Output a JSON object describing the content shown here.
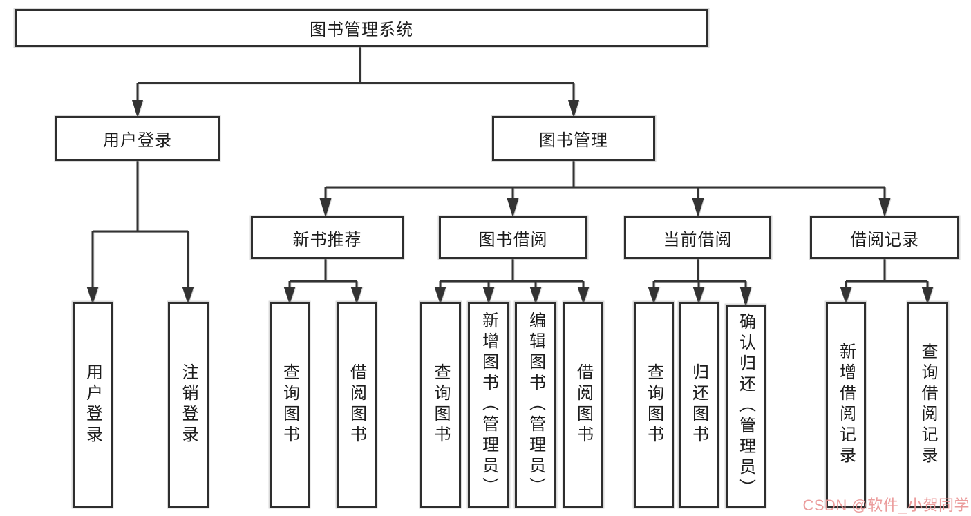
{
  "colors": {
    "line": "#333333",
    "box_border": "#2e2e2e",
    "text": "#1c1c1c",
    "watermark": "#e99494"
  },
  "diagram": {
    "root": {
      "label": "图书管理系统"
    },
    "branches": {
      "user_login": {
        "label": "用户登录",
        "children": [
          {
            "label": "用户登录"
          },
          {
            "label": "注销登录"
          }
        ]
      },
      "book_management": {
        "label": "图书管理",
        "children": {
          "new_book_recommend": {
            "label": "新书推荐",
            "children": [
              {
                "label": "查询图书"
              },
              {
                "label": "借阅图书"
              }
            ]
          },
          "book_borrow": {
            "label": "图书借阅",
            "children": [
              {
                "label": "查询图书"
              },
              {
                "label": "新增图书（管理员）"
              },
              {
                "label": "编辑图书（管理员）"
              },
              {
                "label": "借阅图书"
              }
            ]
          },
          "current_borrow": {
            "label": "当前借阅",
            "children": [
              {
                "label": "查询图书"
              },
              {
                "label": "归还图书"
              },
              {
                "label": "确认归还（管理员）"
              }
            ]
          },
          "borrow_records": {
            "label": "借阅记录",
            "children": [
              {
                "label": "新增借阅记录"
              },
              {
                "label": "查询借阅记录"
              }
            ]
          }
        }
      }
    }
  },
  "watermark": {
    "text": "CSDN @软件_小贺同学"
  }
}
